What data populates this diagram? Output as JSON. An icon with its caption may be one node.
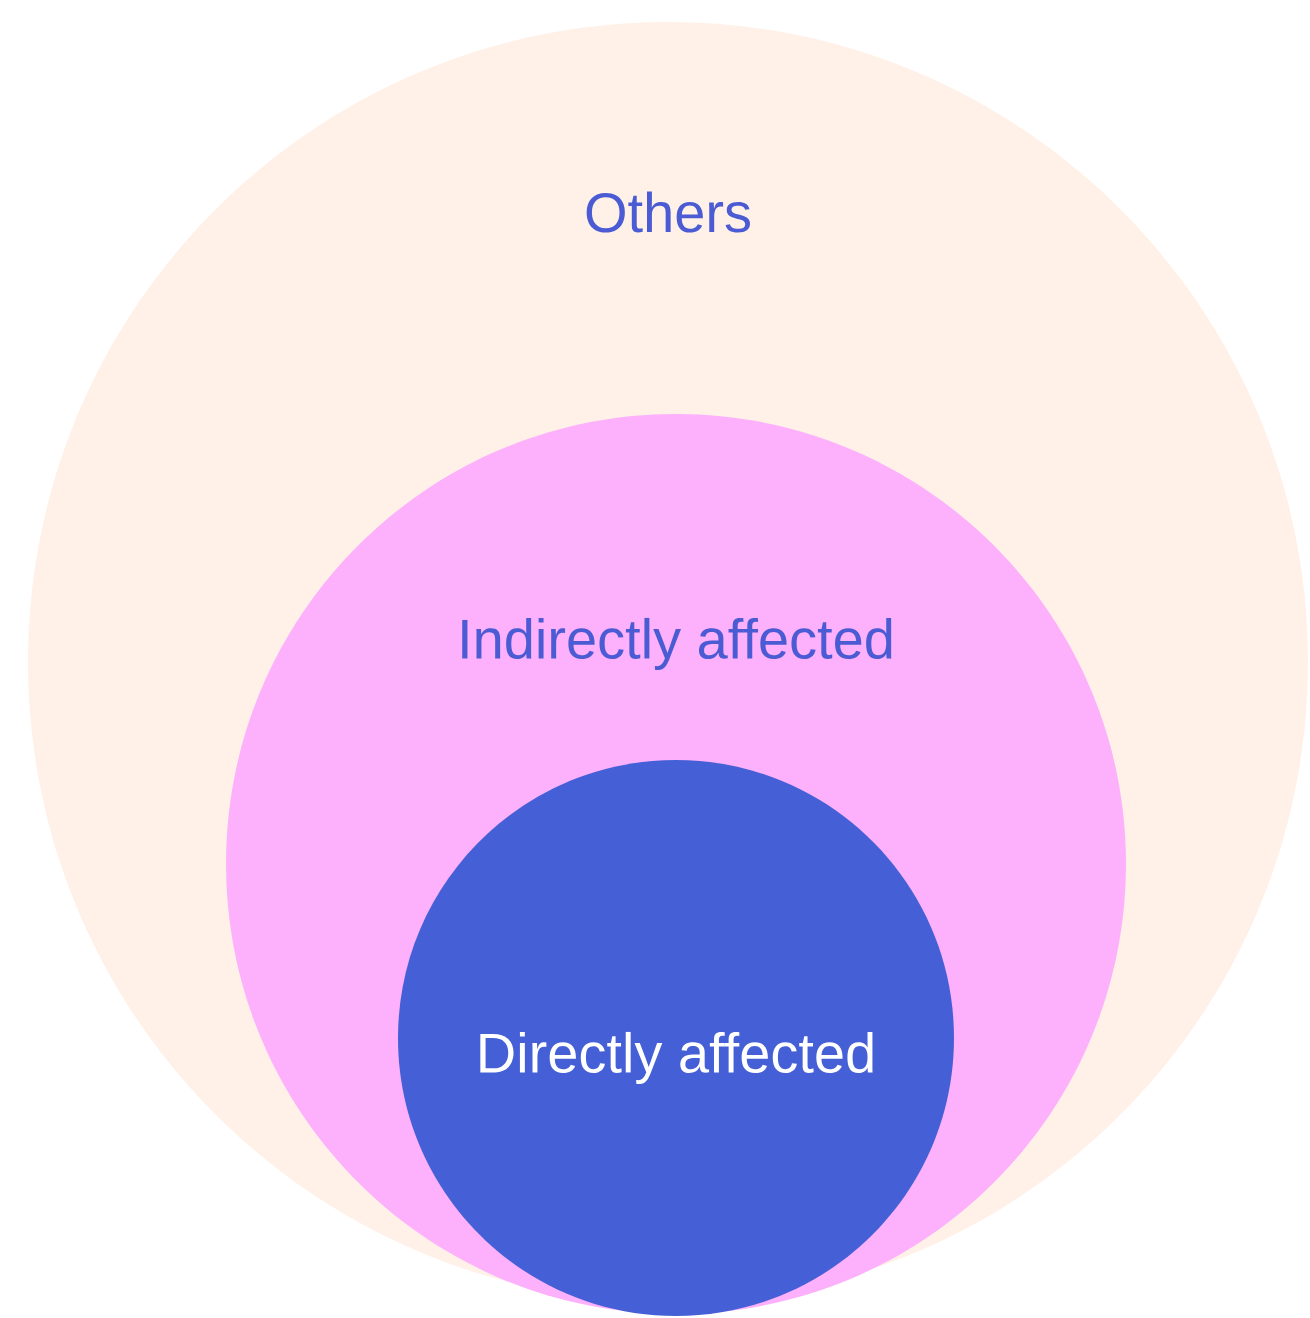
{
  "diagram": {
    "nodes": [
      {
        "text": [
          "Others"
        ]
      },
      {
        "text": [
          "Indirectly affected"
        ],
        "in": 0
      },
      {
        "text": [
          "Directly affected"
        ],
        "in": 1
      }
    ]
  }
}
